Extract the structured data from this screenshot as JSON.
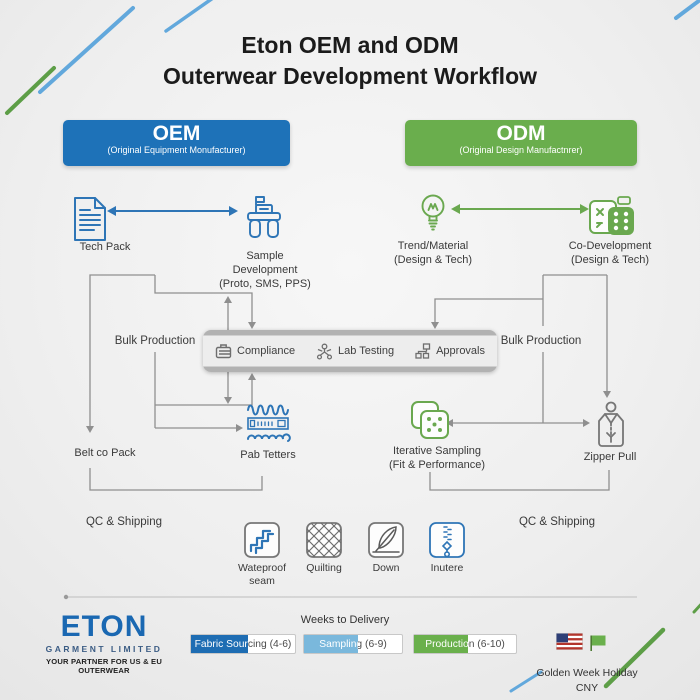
{
  "title": {
    "line1": "Eton OEM and ODM",
    "line2": "Outerwear Development Workflow"
  },
  "colors": {
    "oem_blue": "#1e72b8",
    "odm_green": "#6aae4d",
    "icon_blue": "#2e75b6",
    "icon_green": "#6aa84f",
    "line_gray": "#8f8f8f",
    "eton_blue": "#1a68b2",
    "legend_fabric": "#1e6db3",
    "legend_sampling": "#7ab8dc",
    "legend_production": "#6ab04c"
  },
  "columns": {
    "oem": {
      "title": "OEM",
      "subtitle": "(Original Equipment Monufacturer)",
      "color": "#1e72b8"
    },
    "odm": {
      "title": "ODM",
      "subtitle": "(Original Design Manufactnrer)",
      "color": "#6aae4d"
    }
  },
  "oem_flow": {
    "tech_pack": "Tech Pack",
    "sample_dev_l1": "Sample",
    "sample_dev_l2": "Development",
    "sample_dev_l3": "(Proto, SMS, PPS)",
    "bulk": "Bulk Production",
    "belt": "Belt co Pack",
    "pab": "Pab Tetters",
    "qc": "QC & Shipping"
  },
  "odm_flow": {
    "trend_l1": "Trend/Material",
    "trend_l2": "(Design & Tech)",
    "codev_l1": "Co-Development",
    "codev_l2": "(Design & Tech)",
    "bulk": "Bulk Production",
    "iter_l1": "Iterative Sampling",
    "iter_l2": "(Fit & Performance)",
    "zipper": "Zipper Pull",
    "qc": "QC & Shipping"
  },
  "process_bar": {
    "items": [
      {
        "label": "Compliance",
        "icon": "briefcase-icon"
      },
      {
        "label": "Lab Testing",
        "icon": "molecule-icon"
      },
      {
        "label": "Approvals",
        "icon": "sitemap-icon"
      }
    ]
  },
  "features": [
    {
      "l1": "Wateproof",
      "l2": "seam",
      "icon": "waterproof-seam-icon"
    },
    {
      "l1": "Quilting",
      "icon": "quilting-icon"
    },
    {
      "l1": "Down",
      "icon": "feather-icon"
    },
    {
      "l1": "Inutere",
      "icon": "zipper-icon"
    }
  ],
  "footer": {
    "logo": {
      "name": "ETON",
      "sub": "GARMENT LIMITED",
      "tagline": "YOUR PARTNER FOR US & EU OUTERWEAR"
    },
    "legend_title": "Weeks to Delivery",
    "legend": [
      {
        "label": "Fabric Sourcing (4-6)",
        "fill": "#1e6db3"
      },
      {
        "label": "Sampling (6-9)",
        "fill": "#7ab8dc"
      },
      {
        "label": "Production (6-10)",
        "fill": "#6ab04c"
      }
    ],
    "holiday_l1": "Golden Week Holiday",
    "holiday_l2": "CNY"
  }
}
